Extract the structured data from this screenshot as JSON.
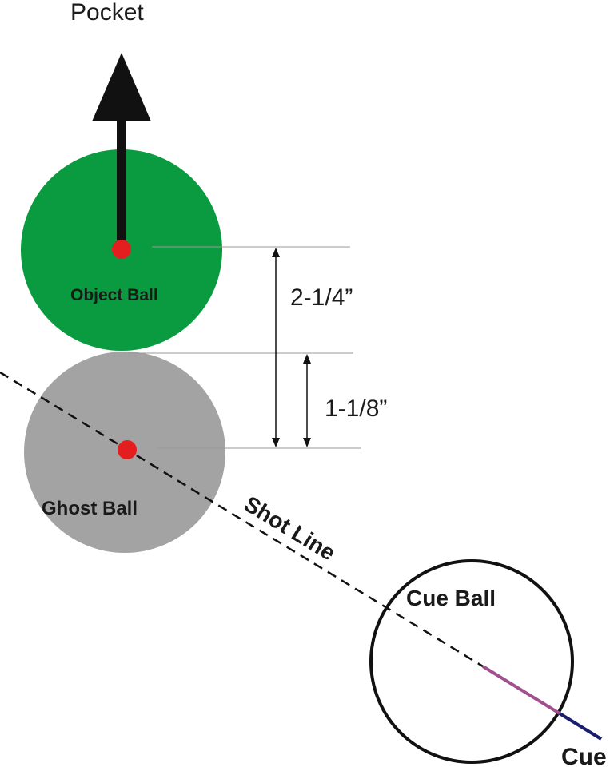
{
  "labels": {
    "pocket": "Pocket",
    "object_ball": "Object Ball",
    "ghost_ball": "Ghost Ball",
    "shot_line": "Shot Line",
    "cue_ball": "Cue Ball",
    "cue": "Cue",
    "dim_full": "2-1/4”",
    "dim_half": "1-1/8”"
  },
  "colors": {
    "object_ball": "#0a9a3f",
    "ghost_ball": "#a3a3a3",
    "center_dot": "#e41e1e",
    "arrow": "#111111",
    "cue_stick_tip": "#a0508f",
    "cue_stick_shaft": "#1a1e6e",
    "lines": "#111111",
    "dimension_lines": "#999999"
  },
  "icons": {
    "direction": "arrow-up-icon"
  }
}
